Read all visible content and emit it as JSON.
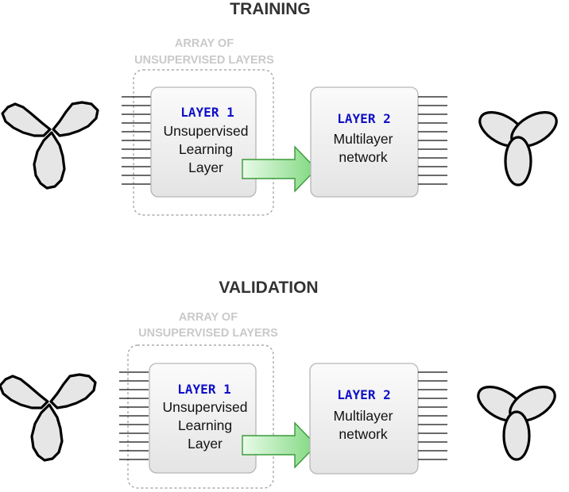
{
  "colors": {
    "layer_label": "#1010c8",
    "array_label": "#c9c9c9",
    "arrow_green": "#8fe08f",
    "box_fill": "#efefef"
  },
  "sections": [
    {
      "title": "TRAINING",
      "array_label_line1": "ARRAY OF",
      "array_label_line2": "UNSUPERVISED LAYERS",
      "layer1": {
        "label": "LAYER 1",
        "desc_line1": "Unsupervised",
        "desc_line2": "Learning",
        "desc_line3": "Layer"
      },
      "layer2": {
        "label": "LAYER 2",
        "desc_line1": "Multilayer",
        "desc_line2": "network"
      },
      "input_icon": "distorted-trefoil-icon",
      "output_icon": "trefoil-icon"
    },
    {
      "title": "VALIDATION",
      "array_label_line1": "ARRAY OF",
      "array_label_line2": "UNSUPERVISED LAYERS",
      "layer1": {
        "label": "LAYER 1",
        "desc_line1": "Unsupervised",
        "desc_line2": "Learning",
        "desc_line3": "Layer"
      },
      "layer2": {
        "label": "LAYER 2",
        "desc_line1": "Multilayer",
        "desc_line2": "network"
      },
      "input_icon": "distorted-trefoil-icon",
      "output_icon": "trefoil-icon"
    }
  ]
}
